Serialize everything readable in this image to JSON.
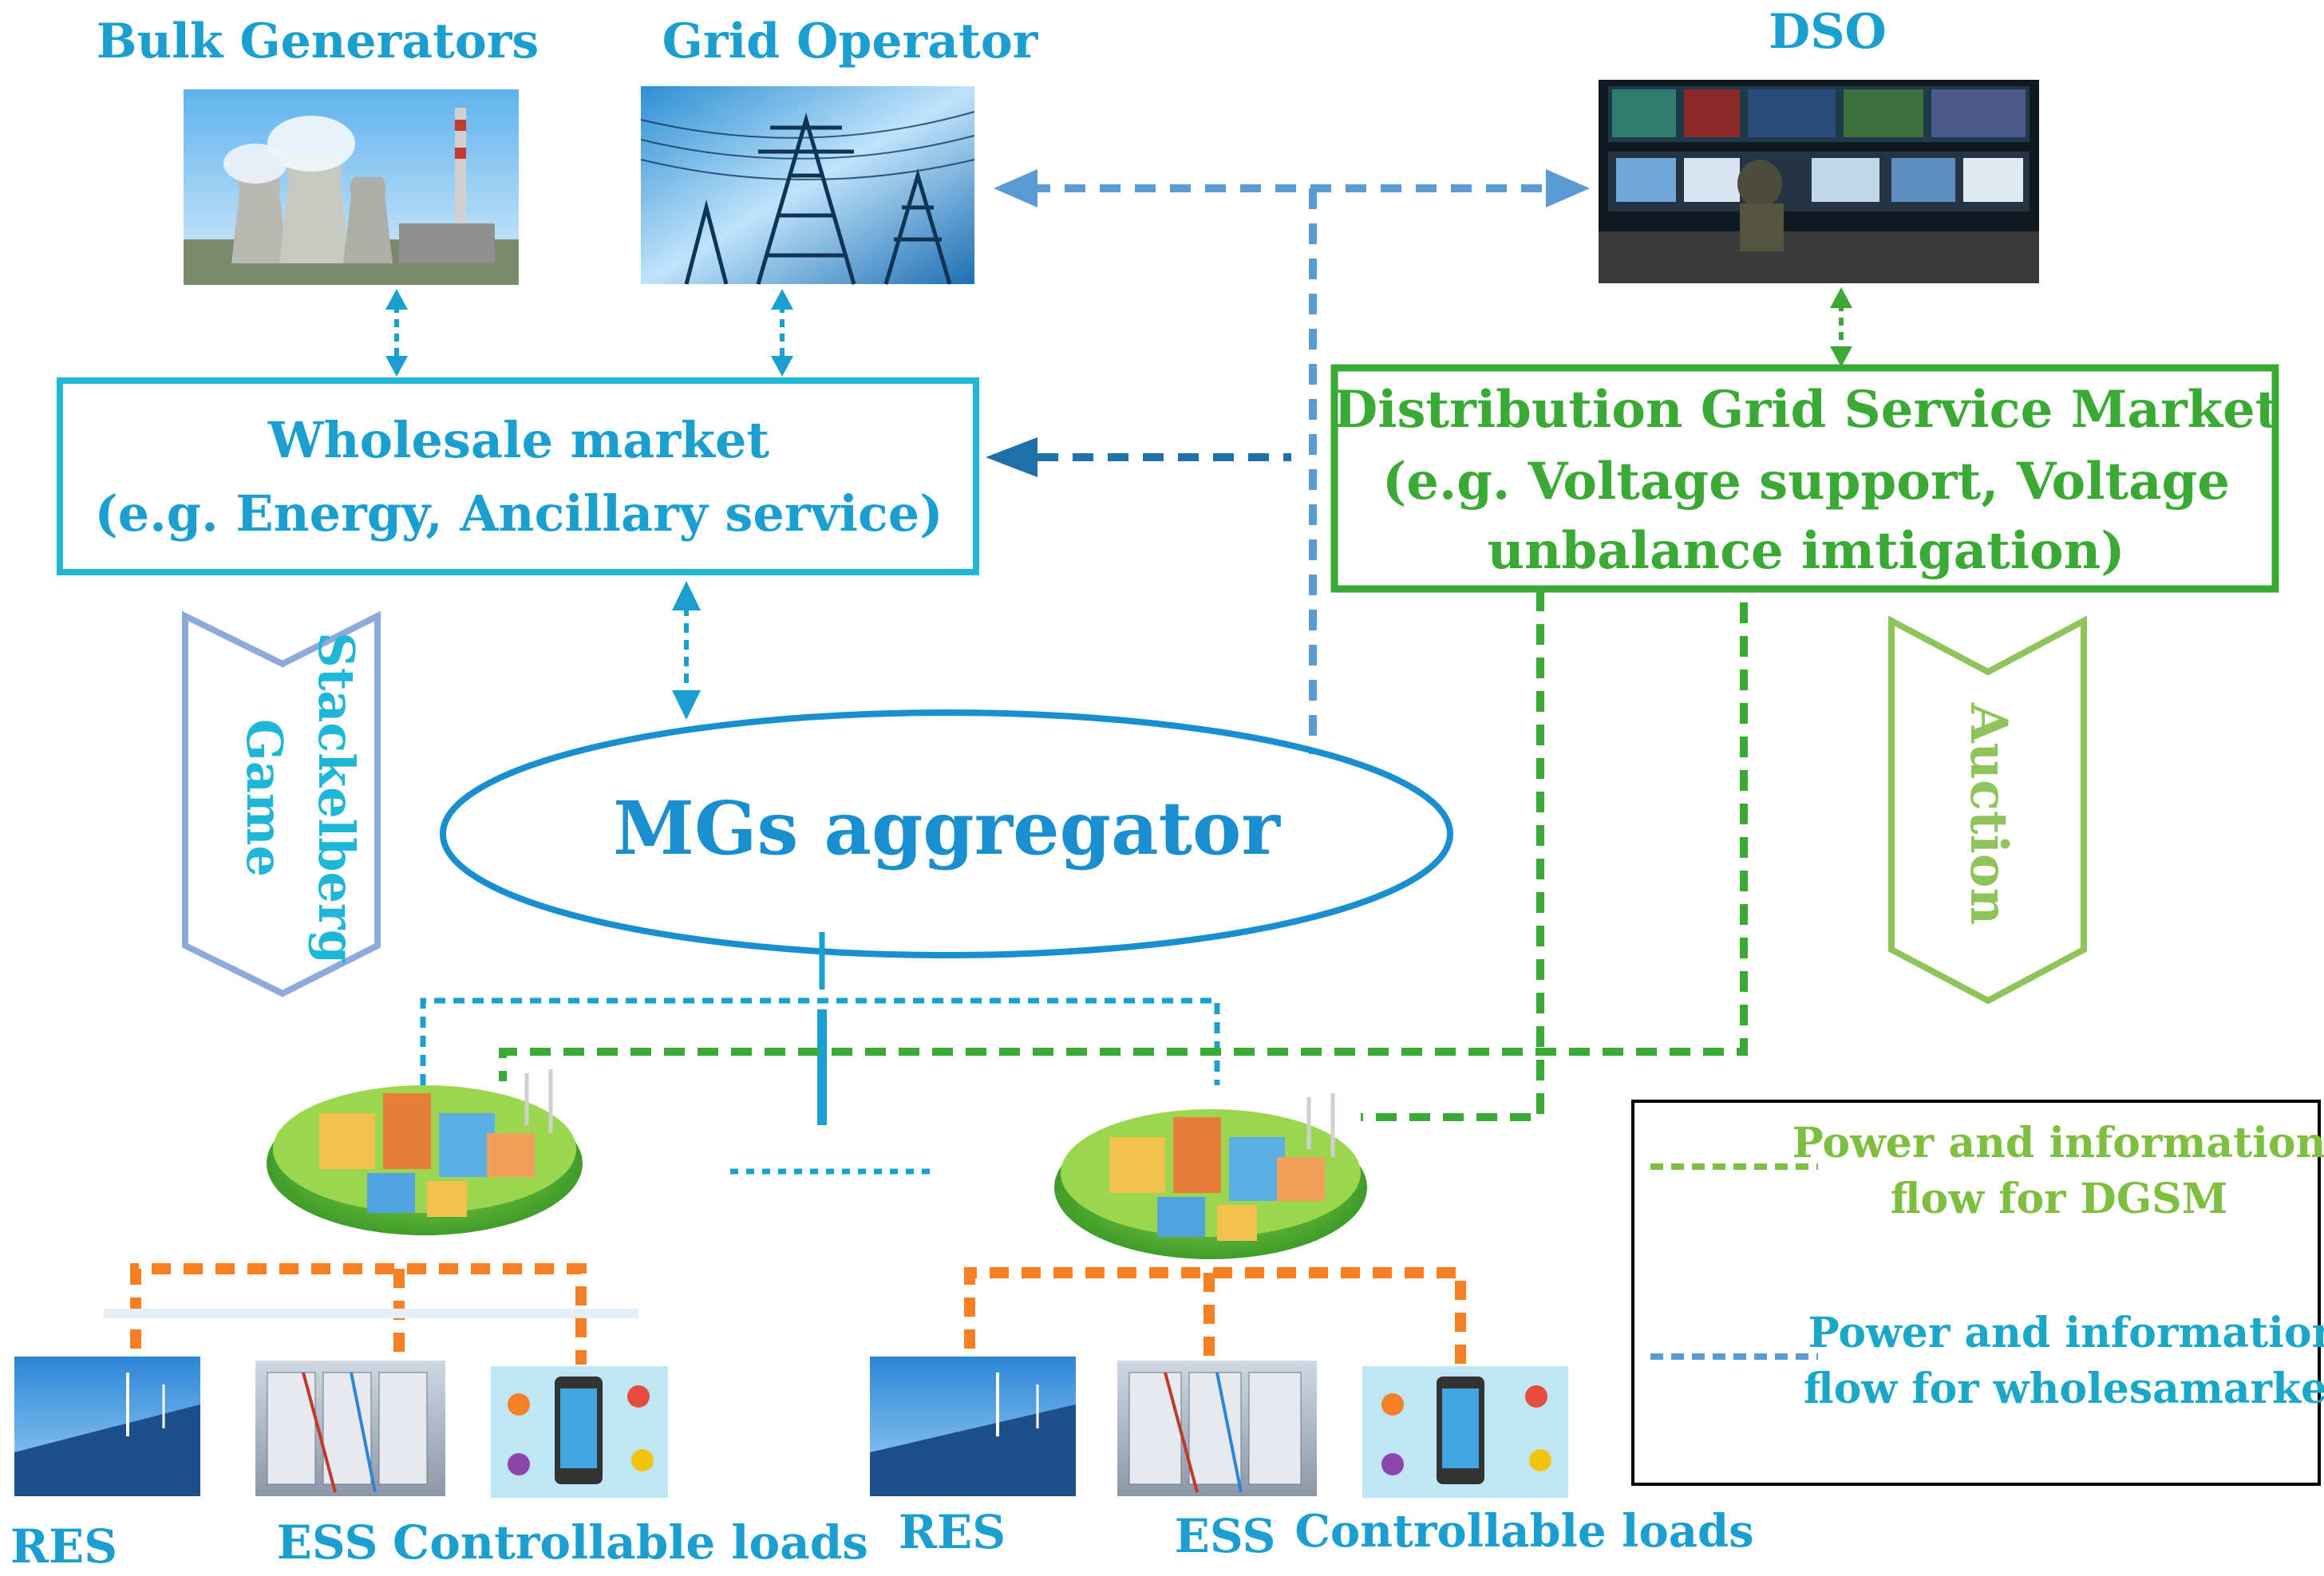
{
  "labels": {
    "bulk_generators": "Bulk Generators",
    "grid_operator": "Grid Operator",
    "dso": "DSO",
    "wholesale_line1": "Wholesale market",
    "wholesale_line2": "(e.g. Energy, Ancillary service)",
    "dgsm_line1": "Distribution Grid Service Market",
    "dgsm_line2": "(e.g. Voltage support, Voltage",
    "dgsm_line3": "unbalance imtigation)",
    "aggregator": "MGs aggregator",
    "stackelberg_line1": "Stackelberg",
    "stackelberg_line2": "Game",
    "auction": "Auction",
    "res_left": "RES",
    "ess_left": "ESS",
    "loads_left": "Controllable loads",
    "res_right": "RES",
    "ess_right": "ESS",
    "loads_right": "Controllable loads"
  },
  "legend": {
    "green_line1": "Power and information",
    "green_line2": "flow for DGSM",
    "blue_line1": "Power and information",
    "blue_line2": "flow for wholesamarket"
  },
  "colors": {
    "cyan_text": "#1a9fd0",
    "wholesale_border": "#1fb6d8",
    "dgsm_green": "#3aaa35",
    "legend_green_text": "#7fbf3f",
    "blue_dash": "#5b9bd5",
    "dark_blue_dash": "#1f6fa8",
    "orange_dash": "#f47f25",
    "stackelberg_arrow": "#8eaadb",
    "auction_arrow": "#8fc45b"
  }
}
